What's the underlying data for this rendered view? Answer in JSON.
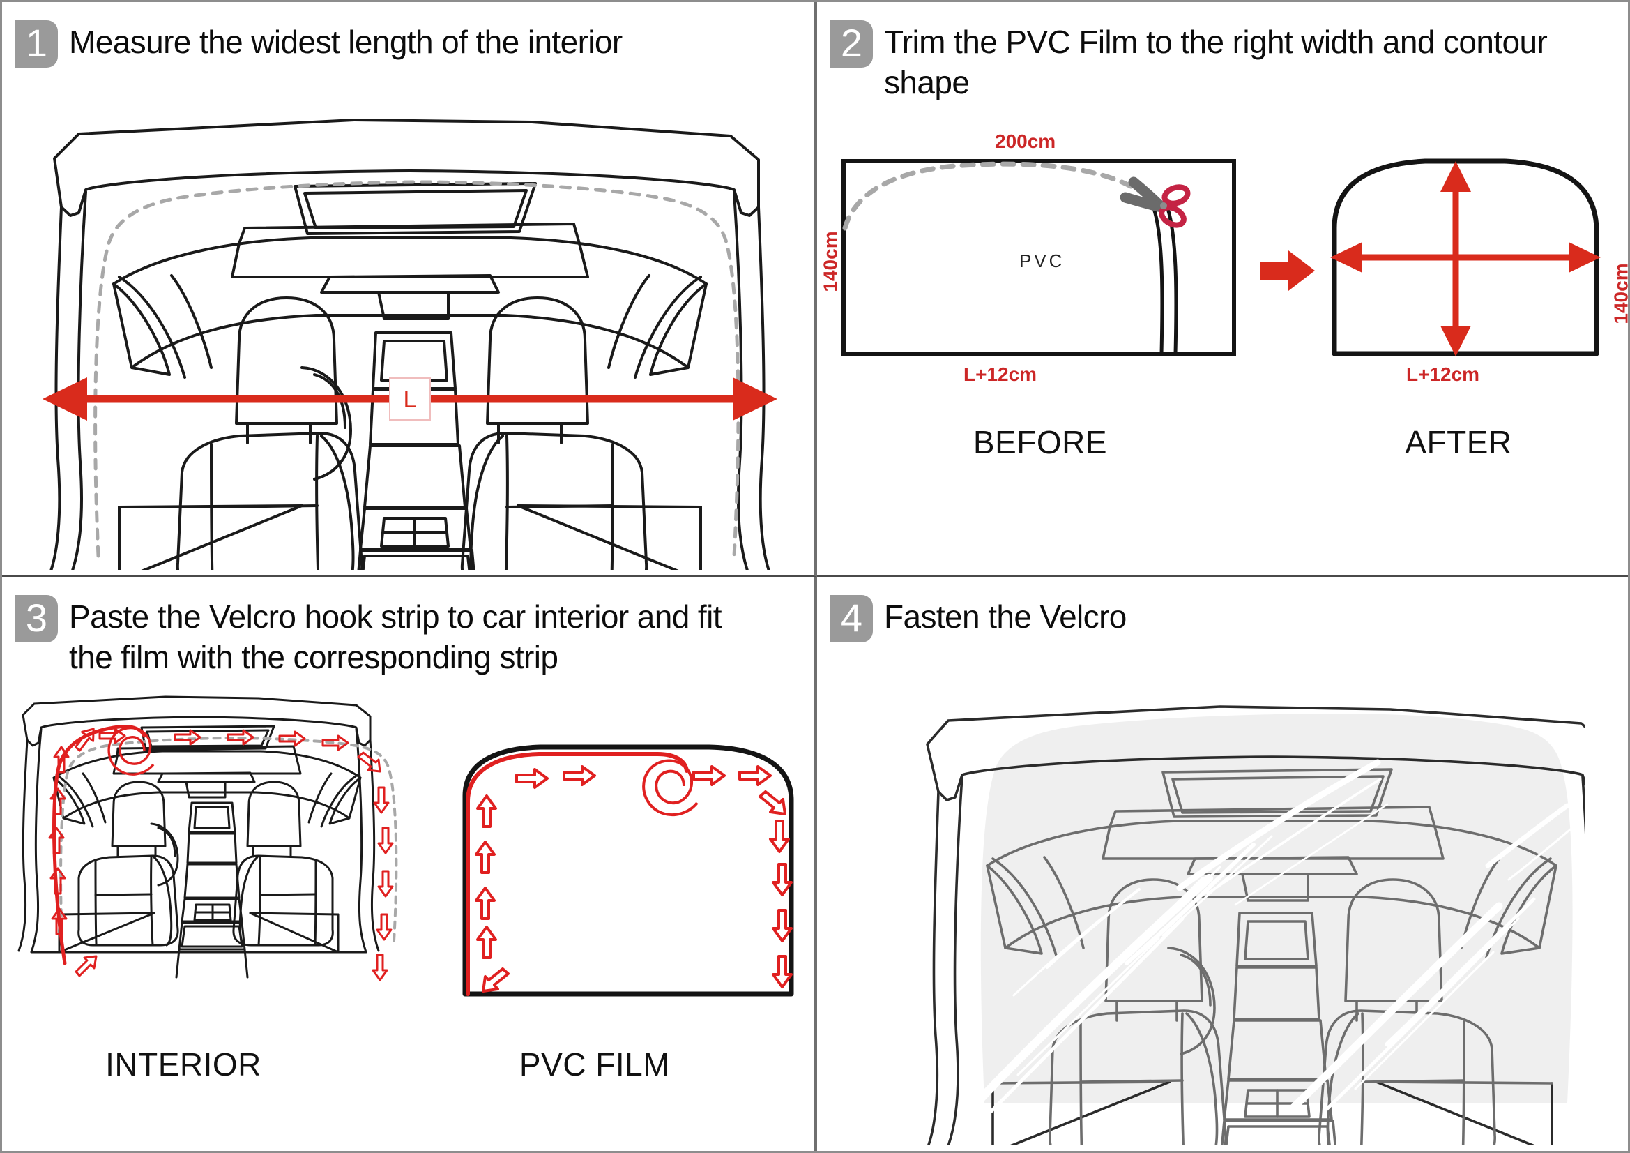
{
  "figure": {
    "title": "PVC film car interior partition installation steps",
    "accent_red": "#d92b1c",
    "label_red": "#cc2727",
    "badge_gray": "#9a9a9a",
    "line_black": "#1a1a1a",
    "dashed_gray": "#a8a8a8",
    "scissor_handle": "#c42344",
    "scissor_blade": "#6b6b6b"
  },
  "panels": [
    {
      "number": "1",
      "title": "Measure the widest length of the interior",
      "measure_label": "L",
      "captions": []
    },
    {
      "number": "2",
      "title": "Trim the PVC Film to the right width and contour shape",
      "before": {
        "caption": "BEFORE",
        "material_label": "PVC",
        "top_dim": "200cm",
        "side_dim": "140cm",
        "bottom_dim": "L+12cm"
      },
      "after": {
        "caption": "AFTER",
        "side_dim": "140cm",
        "bottom_dim": "L+12cm"
      }
    },
    {
      "number": "3",
      "title": "Paste the Velcro hook strip to car interior and fit the film with the corresponding strip",
      "captions": [
        "INTERIOR",
        "PVC FILM"
      ]
    },
    {
      "number": "4",
      "title": "Fasten the Velcro",
      "captions": []
    }
  ]
}
